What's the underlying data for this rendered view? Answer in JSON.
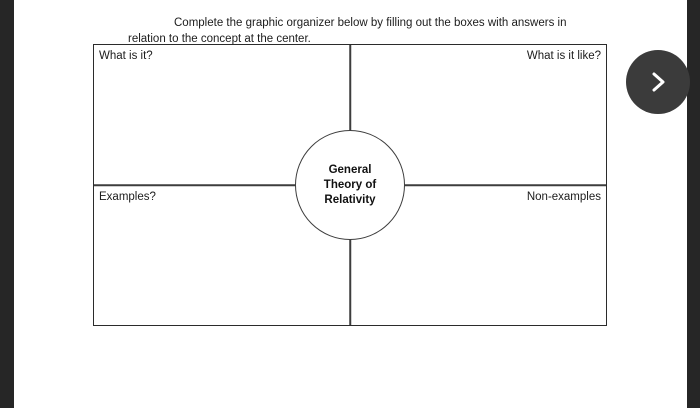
{
  "page": {
    "background_color": "#ffffff",
    "edge_bar_color": "#262626"
  },
  "instructions": {
    "text": "Complete the graphic organizer below by filling out the boxes with answers in relation to the concept at the center."
  },
  "organizer": {
    "border_color": "#2b2b2b",
    "quadrants": [
      {
        "position": "top-left",
        "label": "What is it?"
      },
      {
        "position": "top-right",
        "label": "What is it like?"
      },
      {
        "position": "bottom-left",
        "label": "Examples?"
      },
      {
        "position": "bottom-right",
        "label": "Non-examples"
      }
    ],
    "center": {
      "concept": "General\nTheory of\nRelativity"
    }
  },
  "controls": {
    "next": {
      "icon": "chevron-right-icon",
      "background_color": "#3b3b3b",
      "icon_color": "#ffffff"
    }
  }
}
